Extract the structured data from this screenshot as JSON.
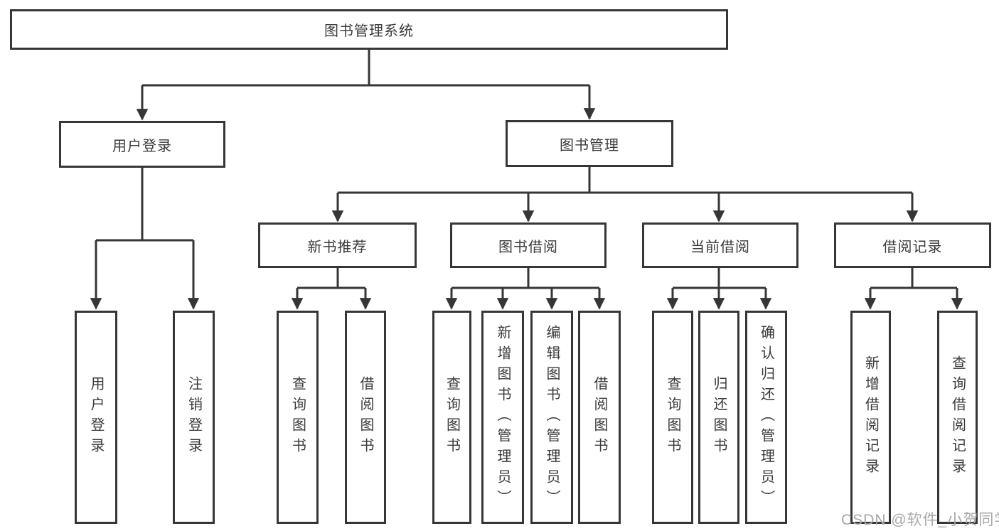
{
  "root": {
    "label": "图书管理系统"
  },
  "branches": {
    "user_login": {
      "label": "用户登录",
      "children": [
        {
          "label": "用户登录"
        },
        {
          "label": "注销登录"
        }
      ]
    },
    "book_management": {
      "label": "图书管理",
      "groups": [
        {
          "label": "新书推荐",
          "children": [
            {
              "label": "查询图书"
            },
            {
              "label": "借阅图书"
            }
          ]
        },
        {
          "label": "图书借阅",
          "children": [
            {
              "label": "查询图书"
            },
            {
              "label": "新增图书（管理员）"
            },
            {
              "label": "编辑图书（管理员）"
            },
            {
              "label": "借阅图书"
            }
          ]
        },
        {
          "label": "当前借阅",
          "children": [
            {
              "label": "查询图书"
            },
            {
              "label": "归还图书"
            },
            {
              "label": "确认归还（管理员）"
            }
          ]
        },
        {
          "label": "借阅记录",
          "children": [
            {
              "label": "新增借阅记录"
            },
            {
              "label": "查询借阅记录"
            }
          ]
        }
      ]
    }
  },
  "watermark": "CSDN @软件_小贺同学",
  "colors": {
    "line": "#363636",
    "text": "#3a3a3a",
    "watermark": "#a8a8a8",
    "background": "#ffffff"
  }
}
